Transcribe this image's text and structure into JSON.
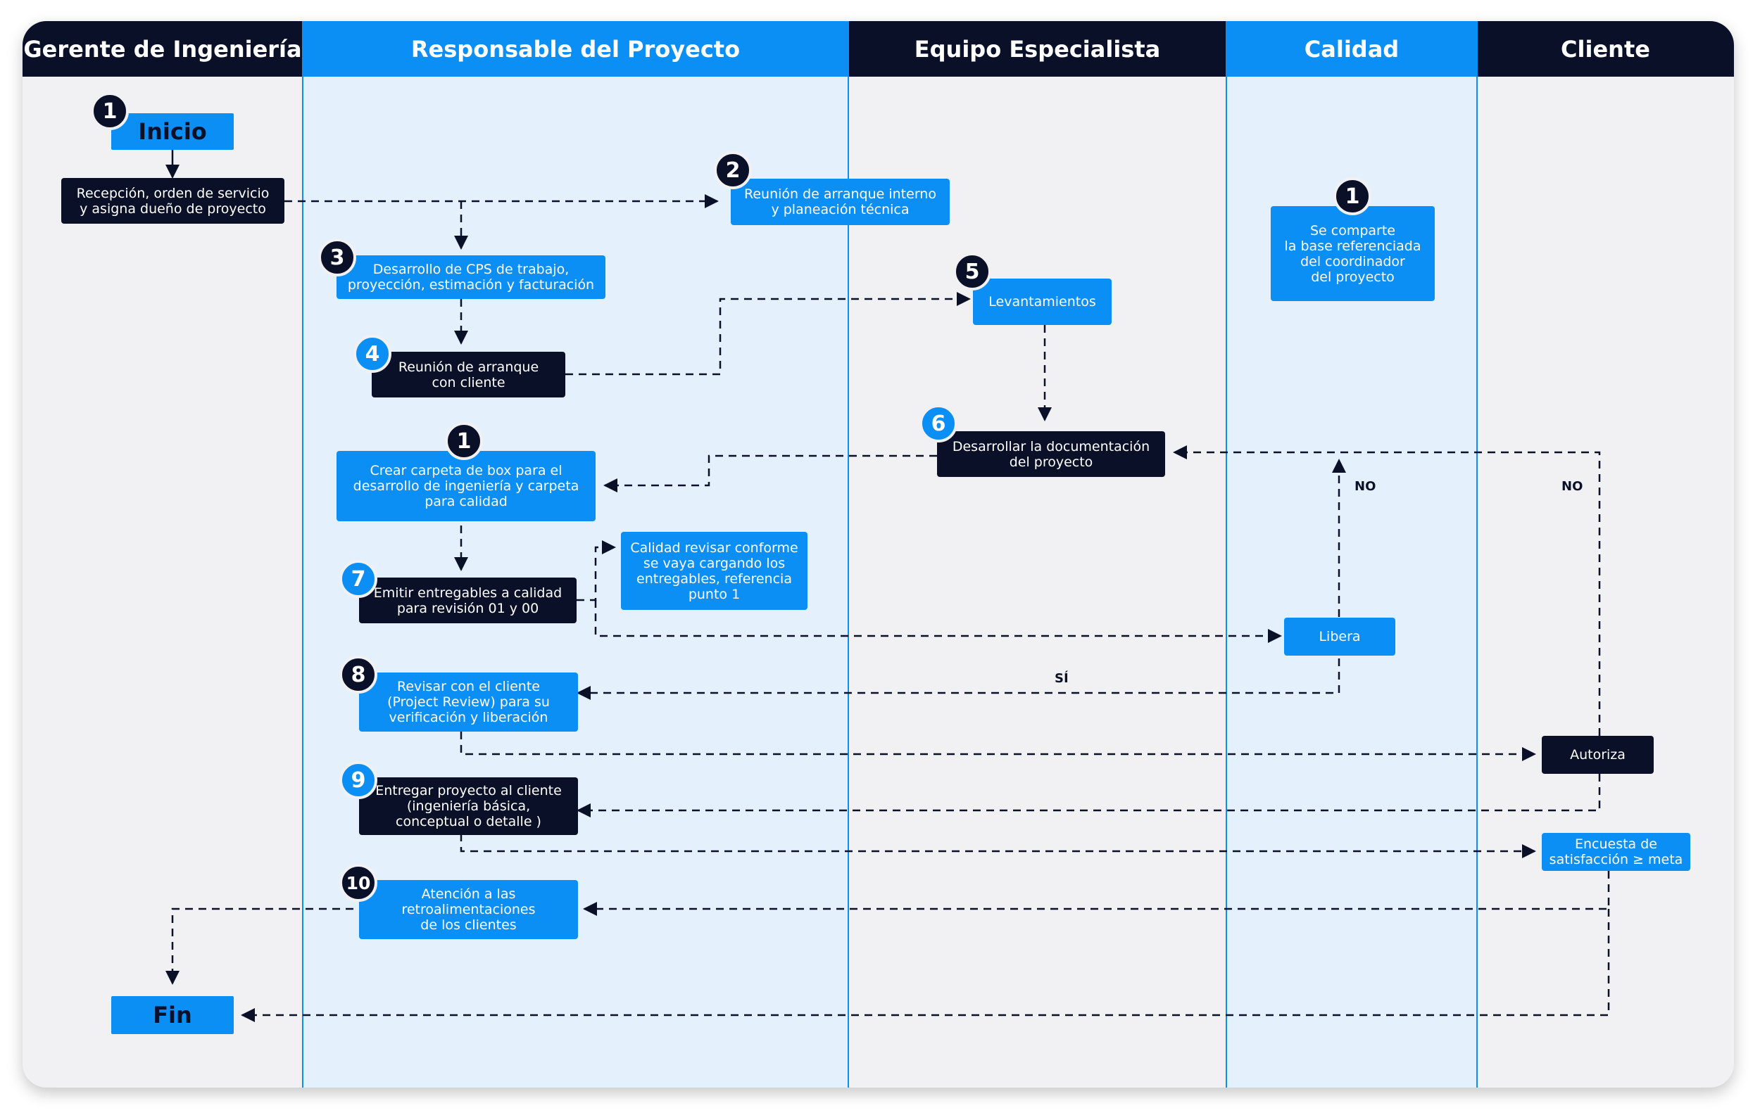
{
  "lanes": [
    {
      "title": "Gerente de Ingeniería"
    },
    {
      "title": "Responsable del Proyecto"
    },
    {
      "title": "Equipo Especialista"
    },
    {
      "title": "Calidad"
    },
    {
      "title": "Cliente"
    }
  ],
  "nodes": {
    "inicio": "Inicio",
    "recepcion": "Recepción, orden de servicio\ny asigna dueño de proyecto",
    "reunion_interno": "Reunión de arranque interno\ny planeación técnica",
    "desarrollo_cps": "Desarrollo de CPS de trabajo,\nproyección, estimación y facturación",
    "reunion_cliente": "Reunión de arranque\ncon cliente",
    "levantamientos": "Levantamientos",
    "base_referenciada": "Se comparte\nla base referenciada\ndel coordinador\ndel proyecto",
    "desarrollar_doc": "Desarrollar la documentación\ndel proyecto",
    "crear_carpeta": "Crear carpeta de box para el\ndesarrollo de ingeniería y carpeta\npara calidad",
    "calidad_revisar": "Calidad revisar conforme\nse vaya cargando los\nentregables, referencia\npunto 1",
    "emitir_entregables": "Emitir entregables a calidad\npara revisión 01 y 00",
    "libera": "Libera",
    "revisar_cliente": "Revisar con el cliente\n(Project Review) para su\nverificación y liberación",
    "autoriza": "Autoriza",
    "entregar_proyecto": "Entregar proyecto al cliente\n(ingeniería básica,\nconceptual o detalle )",
    "encuesta": "Encuesta de\nsatisfacción ≥  meta",
    "atencion": "Atención a las\nretroalimentaciones\nde los clientes",
    "fin": "Fin"
  },
  "badges": {
    "inicio": "1",
    "reunion_interno": "2",
    "desarrollo_cps": "3",
    "reunion_cliente": "4",
    "levantamientos": "5",
    "desarrollar_doc": "6",
    "base_referenciada": "1",
    "crear_carpeta": "1",
    "emitir_entregables": "7",
    "revisar_cliente": "8",
    "entregar_proyecto": "9",
    "atencion": "10"
  },
  "edge_labels": {
    "no_calidad": "NO",
    "no_cliente": "NO",
    "si": "SÍ"
  },
  "colors": {
    "dark": "#0b1029",
    "blue": "#0c8ff5",
    "lane_light": "#e4f1fd",
    "background": "#f1f1f3"
  }
}
